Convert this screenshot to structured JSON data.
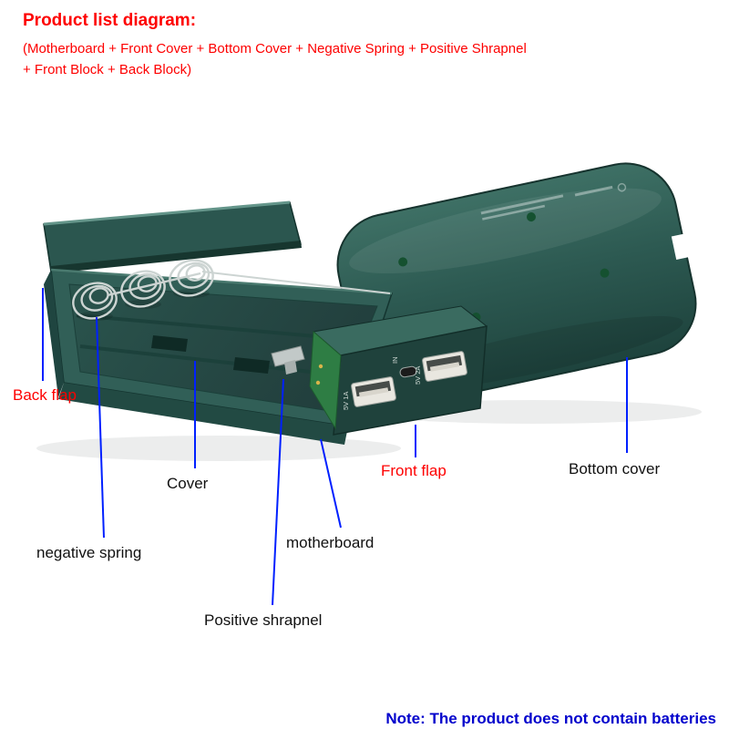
{
  "header": {
    "title": "Product list diagram:",
    "line1": "(Motherboard + Front Cover + Bottom Cover + Negative Spring + Positive Shrapnel",
    "line2": "+ Front Block + Back Block)"
  },
  "labels": {
    "back_flap": "Back flap",
    "cover": "Cover",
    "negative_spring": "negative spring",
    "motherboard": "motherboard",
    "positive_shrapnel": "Positive shrapnel",
    "front_flap": "Front flap",
    "bottom_cover": "Bottom cover"
  },
  "diagram": {
    "ports": {
      "usb1_label": "5V 1A",
      "usb2_label": "5V 2A",
      "micro_label": "IN"
    }
  },
  "note": "Note: The product does not contain batteries",
  "colors": {
    "label_red": "#fe0000",
    "label_black": "#111111",
    "leader_blue": "#0020ff",
    "note_blue": "#0000cc",
    "case_teal": "#2d5a52"
  }
}
